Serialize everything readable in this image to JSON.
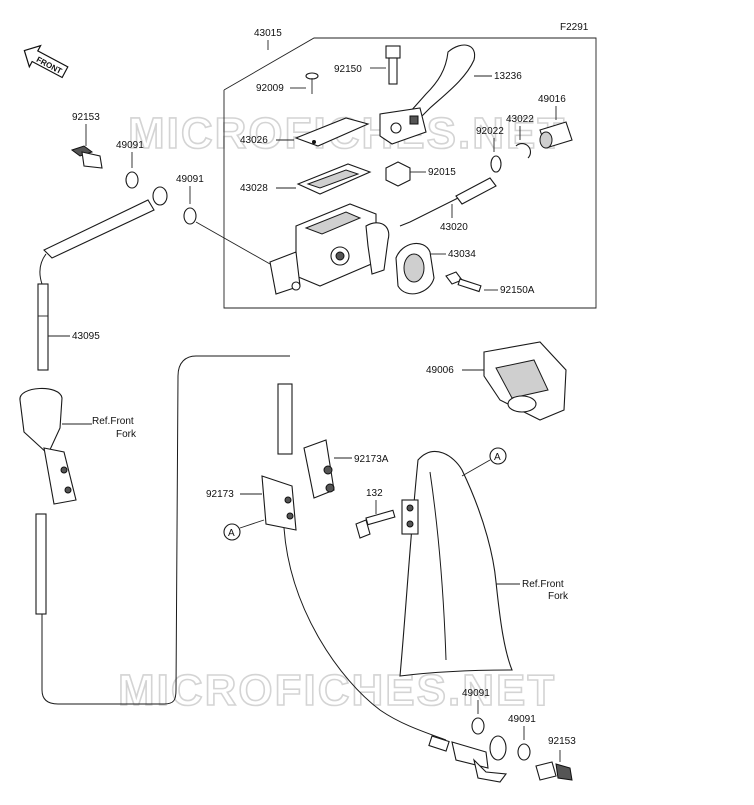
{
  "figure_code": "F2291",
  "front_label": "FRONT",
  "watermark": "MICROFICHES.NET",
  "callout_a": "A",
  "labels": {
    "p43015": "43015",
    "p92150": "92150",
    "p13236": "13236",
    "p92009": "92009",
    "p43022": "43022",
    "p49016": "49016",
    "p92153_top": "92153",
    "p49091_a": "49091",
    "p43026": "43026",
    "p92022": "92022",
    "p92015": "92015",
    "p49091_b": "49091",
    "p43028": "43028",
    "p43020": "43020",
    "p43034": "43034",
    "p92150A": "92150A",
    "p43095": "43095",
    "p49006": "49006",
    "ref_front_fork_1a": "Ref.Front",
    "ref_front_fork_1b": "Fork",
    "p92173A": "92173A",
    "p92173": "92173",
    "p132": "132",
    "ref_front_fork_2a": "Ref.Front",
    "ref_front_fork_2b": "Fork",
    "p49091_c": "49091",
    "p49091_d": "49091",
    "p92153_bottom": "92153"
  }
}
